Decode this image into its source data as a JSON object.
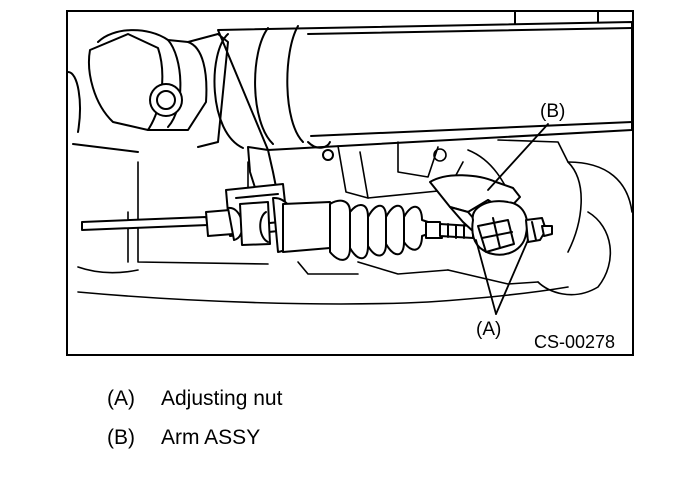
{
  "figure": {
    "callouts": [
      {
        "id": "B",
        "text": "(B)"
      },
      {
        "id": "A",
        "text": "(A)"
      }
    ],
    "code": "CS-00278"
  },
  "legend": [
    {
      "key": "(A)",
      "text": "Adjusting nut"
    },
    {
      "key": "(B)",
      "text": "Arm ASSY"
    }
  ]
}
